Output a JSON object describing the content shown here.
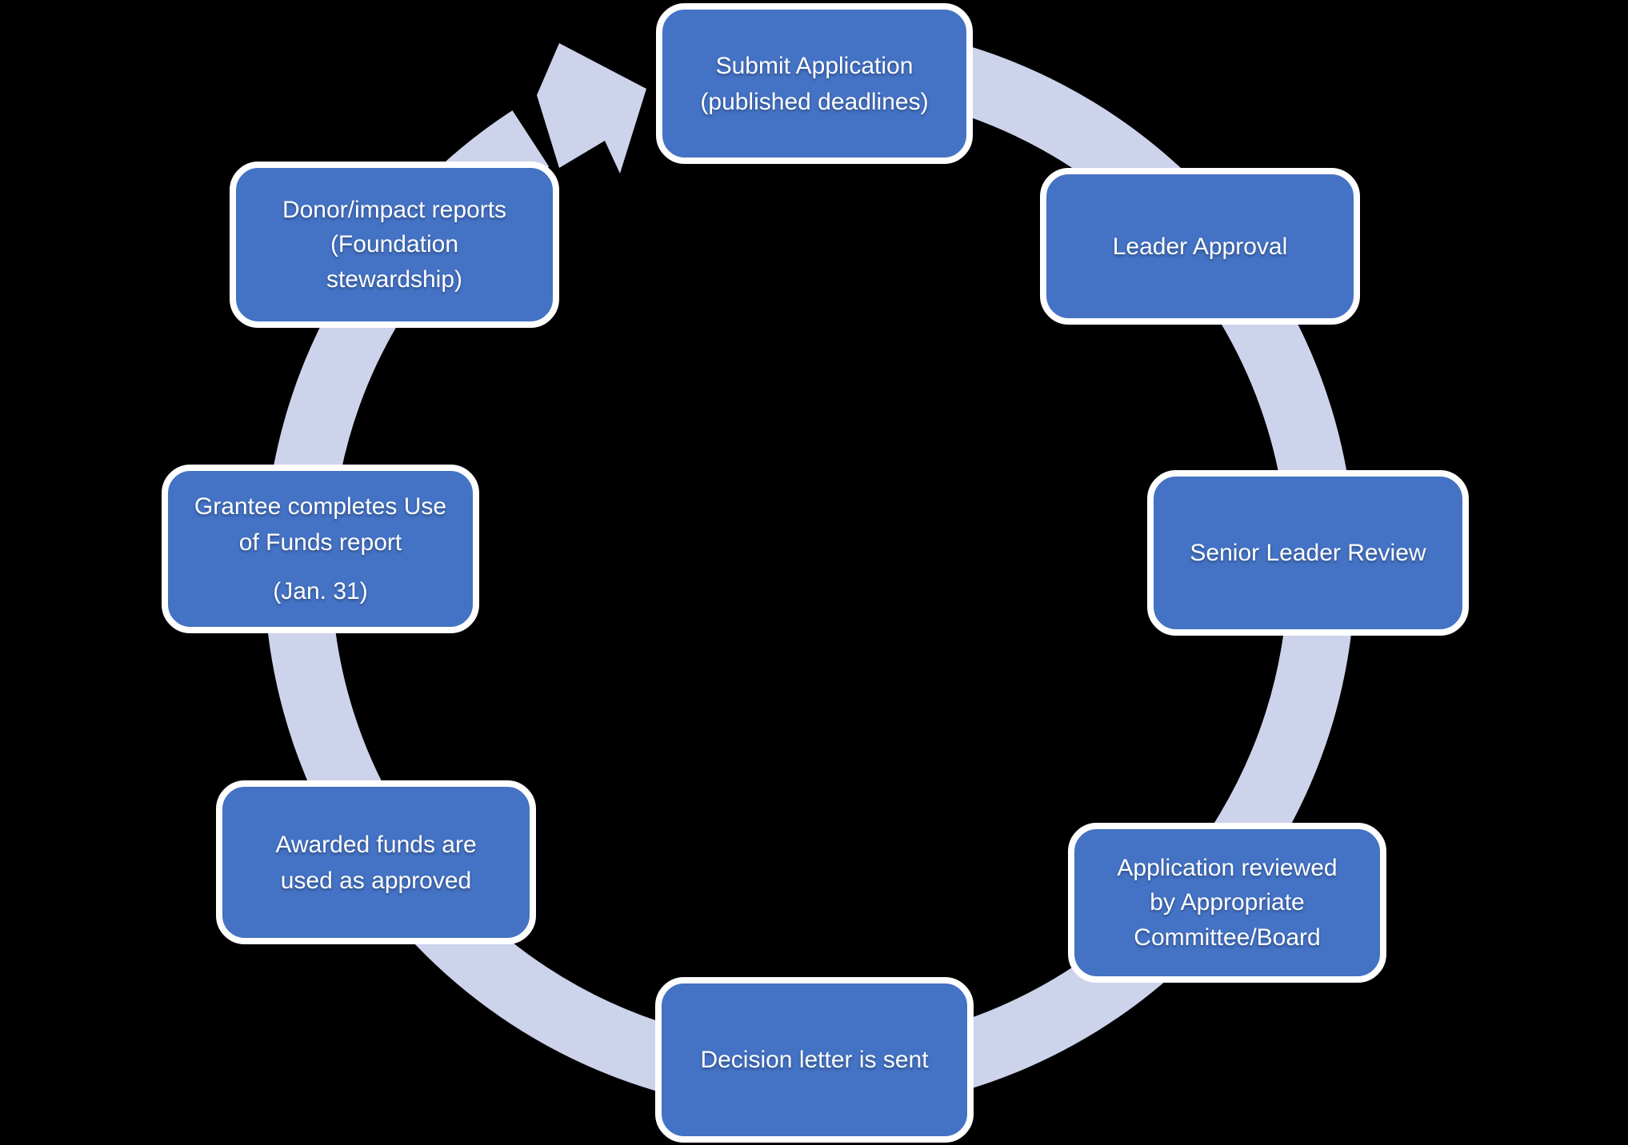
{
  "diagram": {
    "type": "cycle",
    "direction": "clockwise",
    "colors": {
      "background": "#000000",
      "box_fill": "#4472C4",
      "box_border": "#FFFFFF",
      "box_text": "#FFFFFF",
      "ring": "#CDD3EB"
    },
    "steps": [
      {
        "id": "submit-application",
        "label": "Submit Application\n(published deadlines)"
      },
      {
        "id": "leader-approval",
        "label": "Leader Approval"
      },
      {
        "id": "senior-leader-review",
        "label": "Senior Leader Review"
      },
      {
        "id": "application-reviewed",
        "label": "Application reviewed\nby Appropriate\nCommittee/Board"
      },
      {
        "id": "decision-letter",
        "label": "Decision letter is sent"
      },
      {
        "id": "awarded-funds",
        "label": "Awarded funds are\nused as approved"
      },
      {
        "id": "grantee-report",
        "label": "Grantee completes Use\nof Funds report",
        "sublabel": "(Jan. 31)"
      },
      {
        "id": "donor-reports",
        "label": "Donor/impact reports\n(Foundation\nstewardship)"
      }
    ]
  }
}
